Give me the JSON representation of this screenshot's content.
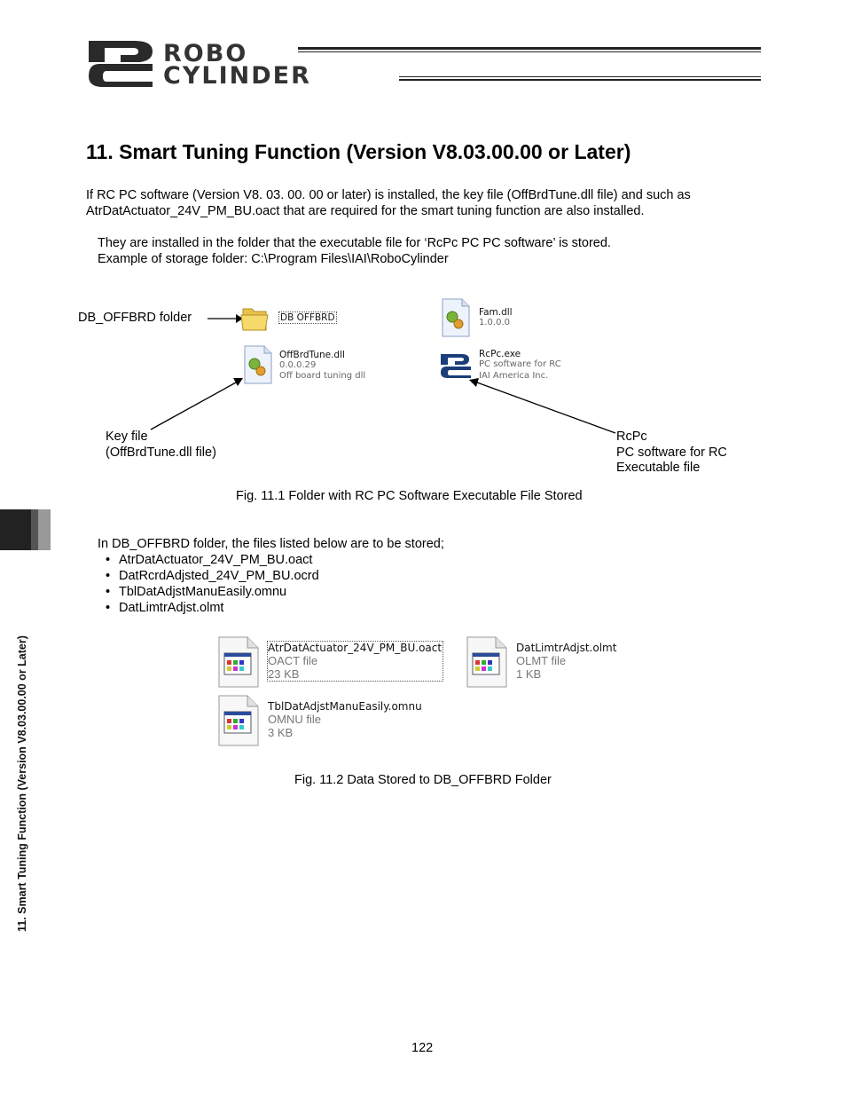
{
  "header": {
    "logo_line1": "ROBO",
    "logo_line2": "CYLINDER",
    "logo_mark": "RC-logo"
  },
  "section": {
    "title": "11. Smart Tuning Function (Version V8.03.00.00 or Later)",
    "intro_line1": "If RC PC software (Version V8. 03. 00. 00 or later) is installed, the key file (OffBrdTune.dll file) and such as",
    "intro_line2": "AtrDatActuator_24V_PM_BU.oact that are required for the smart tuning function are also installed.",
    "install_line1": "They are installed in the folder that the executable file for ‘RcPc PC PC software’ is stored.",
    "install_line2": "Example of storage folder: C:\\Program Files\\IAI\\RoboCylinder"
  },
  "figure1": {
    "folder_label": "DB_OFFBRD folder",
    "folder_name": "DB OFFBRD",
    "offbrd": {
      "name": "OffBrdTune.dll",
      "version": "0.0.0.29",
      "desc": "Off board tuning dll"
    },
    "fam": {
      "name": "Fam.dll",
      "version": "1.0.0.0"
    },
    "rcpc": {
      "name": "RcPc.exe",
      "desc1": "PC software for RC",
      "desc2": "IAI America Inc."
    },
    "key_label1": "Key file",
    "key_label2": "(OffBrdTune.dll file)",
    "rcpc_label1": "RcPc",
    "rcpc_label2": "PC software for RC",
    "rcpc_label3": "Executable file",
    "caption": "Fig. 11.1 Folder with RC PC Software Executable File Stored"
  },
  "files_section": {
    "intro": "In DB_OFFBRD folder, the files listed below are to be stored;",
    "items": [
      "AtrDatActuator_24V_PM_BU.oact",
      "DatRcrdAdjsted_24V_PM_BU.ocrd",
      "TblDatAdjstManuEasily.omnu",
      "DatLimtrAdjst.olmt"
    ]
  },
  "figure2": {
    "files": [
      {
        "name": "AtrDatActuator_24V_PM_BU.oact",
        "type": "OACT file",
        "size": "23 KB"
      },
      {
        "name": "DatLimtrAdjst.olmt",
        "type": "OLMT file",
        "size": "1 KB"
      },
      {
        "name": "TblDatAdjstManuEasily.omnu",
        "type": "OMNU file",
        "size": "3 KB"
      }
    ],
    "caption": "Fig. 11.2 Data Stored to DB_OFFBRD Folder"
  },
  "sidebar": {
    "vertical_title": "11. Smart Tuning Function (Version V8.03.00.00 or Later)"
  },
  "footer": {
    "page_number": "122"
  },
  "colors": {
    "tab_dark": "#222222",
    "tab_gray": "#888888",
    "rule": "#222222"
  }
}
